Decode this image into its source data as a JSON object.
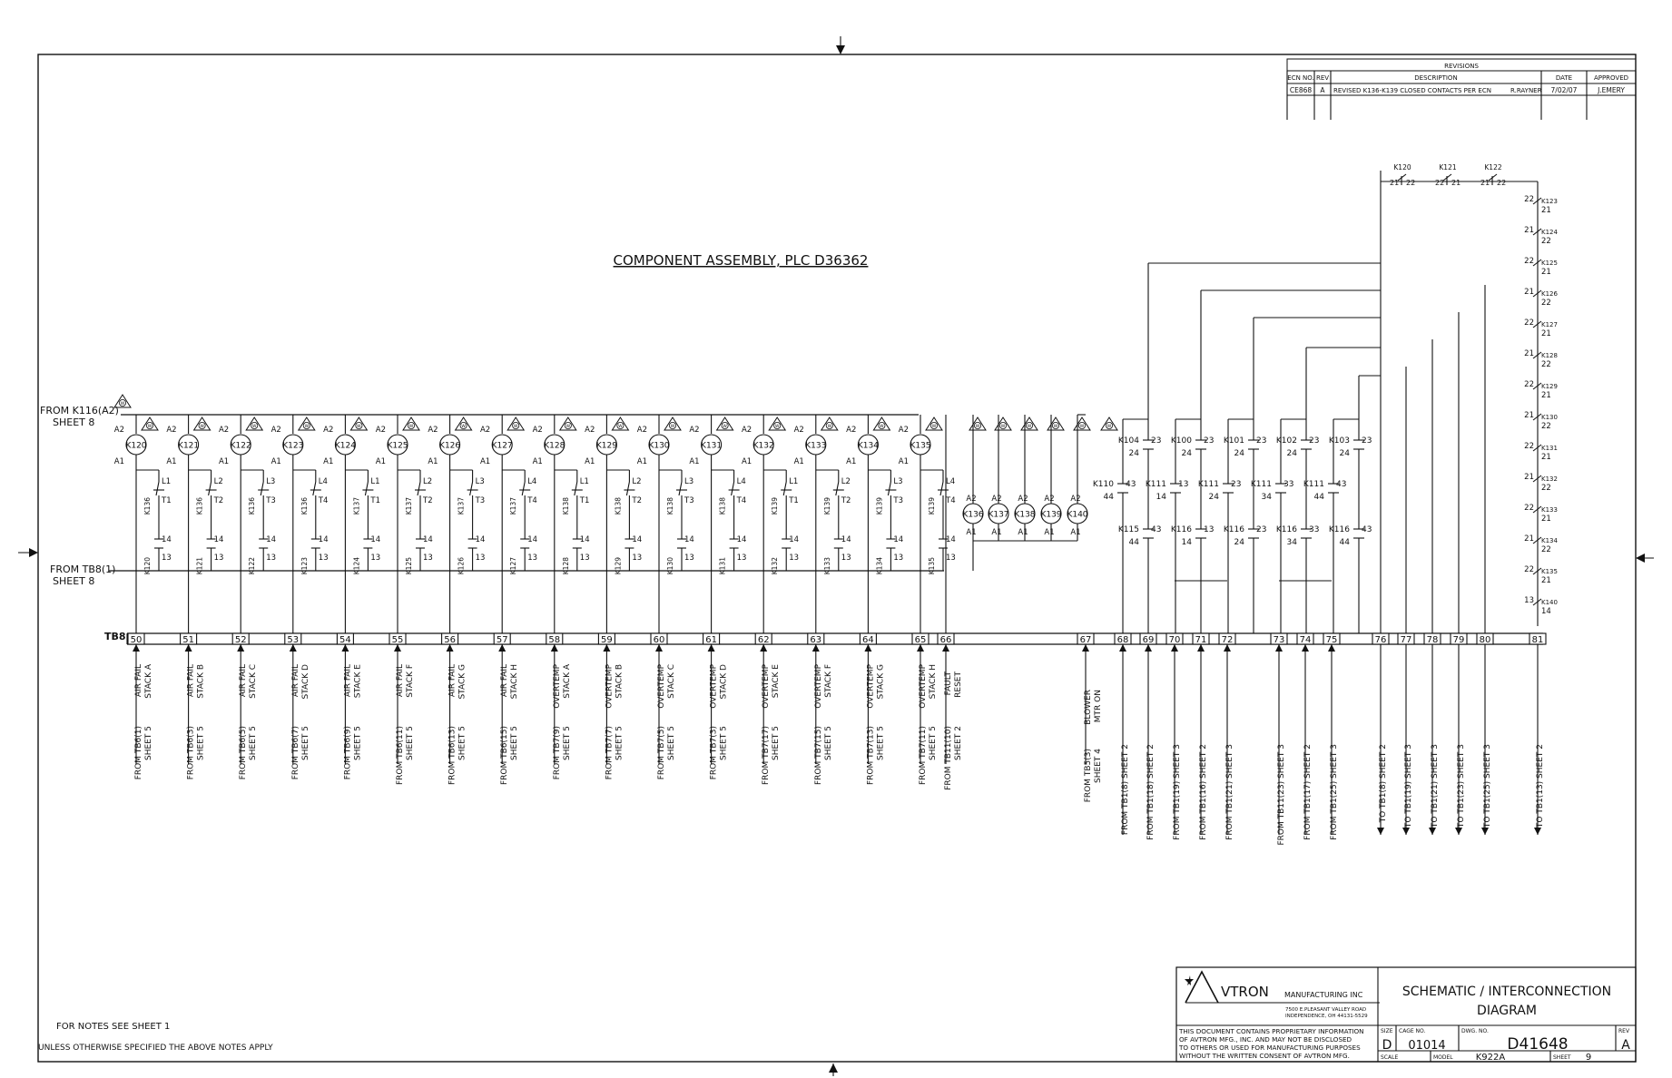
{
  "drawing_title": "COMPONENT ASSEMBLY, PLC D36362",
  "left_refs": {
    "top": [
      "FROM K116(A2)",
      "SHEET 8"
    ],
    "bottom": [
      "FROM TB8(1)",
      "SHEET 8"
    ]
  },
  "revisions": {
    "heading": "REVISIONS",
    "columns": [
      "ECN NO.",
      "REV",
      "DESCRIPTION",
      "DATE",
      "APPROVED"
    ],
    "rows": [
      [
        "CE868",
        "A",
        "REVISED K136-K139 CLOSED CONTACTS PER ECN",
        "R.RAYNER",
        "7/02/07",
        "J.EMERY"
      ]
    ]
  },
  "terminal_strip_label": "TB8",
  "relays": [
    {
      "coil": "K120",
      "nc": "K136",
      "nc_pin": [
        "L1",
        "T1"
      ],
      "no": "K120",
      "terminal": "50",
      "func": [
        "AIR FAIL",
        "STACK A"
      ],
      "src": [
        "FROM TB6(1)",
        "SHEET 5"
      ]
    },
    {
      "coil": "K121",
      "nc": "K136",
      "nc_pin": [
        "L2",
        "T2"
      ],
      "no": "K121",
      "terminal": "51",
      "func": [
        "AIR FAIL",
        "STACK B"
      ],
      "src": [
        "FROM TB6(3)",
        "SHEET 5"
      ]
    },
    {
      "coil": "K122",
      "nc": "K136",
      "nc_pin": [
        "L3",
        "T3"
      ],
      "no": "K122",
      "terminal": "52",
      "func": [
        "AIR FAIL",
        "STACK C"
      ],
      "src": [
        "FROM TB6(5)",
        "SHEET 5"
      ]
    },
    {
      "coil": "K123",
      "nc": "K136",
      "nc_pin": [
        "L4",
        "T4"
      ],
      "no": "K123",
      "terminal": "53",
      "func": [
        "AIR FAIL",
        "STACK D"
      ],
      "src": [
        "FROM TB6(7)",
        "SHEET 5"
      ]
    },
    {
      "coil": "K124",
      "nc": "K137",
      "nc_pin": [
        "L1",
        "T1"
      ],
      "no": "K124",
      "terminal": "54",
      "func": [
        "AIR FAIL",
        "STACK E"
      ],
      "src": [
        "FROM TB6(9)",
        "SHEET 5"
      ]
    },
    {
      "coil": "K125",
      "nc": "K137",
      "nc_pin": [
        "L2",
        "T2"
      ],
      "no": "K125",
      "terminal": "55",
      "func": [
        "AIR FAIL",
        "STACK F"
      ],
      "src": [
        "FROM TB6(11)",
        "SHEET 5"
      ]
    },
    {
      "coil": "K126",
      "nc": "K137",
      "nc_pin": [
        "L3",
        "T3"
      ],
      "no": "K126",
      "terminal": "56",
      "func": [
        "AIR FAIL",
        "STACK G"
      ],
      "src": [
        "FROM TB6(13)",
        "SHEET 5"
      ]
    },
    {
      "coil": "K127",
      "nc": "K137",
      "nc_pin": [
        "L4",
        "T4"
      ],
      "no": "K127",
      "terminal": "57",
      "func": [
        "AIR FAIL",
        "STACK H"
      ],
      "src": [
        "FROM TB6(15)",
        "SHEET 5"
      ]
    },
    {
      "coil": "K128",
      "nc": "K138",
      "nc_pin": [
        "L1",
        "T1"
      ],
      "no": "K128",
      "terminal": "58",
      "func": [
        "OVERTEMP",
        "STACK A"
      ],
      "src": [
        "FROM TB7(9)",
        "SHEET 5"
      ]
    },
    {
      "coil": "K129",
      "nc": "K138",
      "nc_pin": [
        "L2",
        "T2"
      ],
      "no": "K129",
      "terminal": "59",
      "func": [
        "OVERTEMP",
        "STACK B"
      ],
      "src": [
        "FROM TB7(7)",
        "SHEET 5"
      ]
    },
    {
      "coil": "K130",
      "nc": "K138",
      "nc_pin": [
        "L3",
        "T3"
      ],
      "no": "K130",
      "terminal": "60",
      "func": [
        "OVERTEMP",
        "STACK C"
      ],
      "src": [
        "FROM TB7(5)",
        "SHEET 5"
      ]
    },
    {
      "coil": "K131",
      "nc": "K138",
      "nc_pin": [
        "L4",
        "T4"
      ],
      "no": "K131",
      "terminal": "61",
      "func": [
        "OVERTEMP",
        "STACK D"
      ],
      "src": [
        "FROM TB7(3)",
        "SHEET 5"
      ]
    },
    {
      "coil": "K132",
      "nc": "K139",
      "nc_pin": [
        "L1",
        "T1"
      ],
      "no": "K132",
      "terminal": "62",
      "func": [
        "OVERTEMP",
        "STACK E"
      ],
      "src": [
        "FROM TB7(17)",
        "SHEET 5"
      ]
    },
    {
      "coil": "K133",
      "nc": "K139",
      "nc_pin": [
        "L2",
        "T2"
      ],
      "no": "K133",
      "terminal": "63",
      "func": [
        "OVERTEMP",
        "STACK F"
      ],
      "src": [
        "FROM TB7(15)",
        "SHEET 5"
      ]
    },
    {
      "coil": "K134",
      "nc": "K139",
      "nc_pin": [
        "L3",
        "T3"
      ],
      "no": "K134",
      "terminal": "64",
      "func": [
        "OVERTEMP",
        "STACK G"
      ],
      "src": [
        "FROM TB7(13)",
        "SHEET 5"
      ]
    },
    {
      "coil": "K135",
      "nc": "K139",
      "nc_pin": [
        "L4",
        "T4"
      ],
      "no": "K135",
      "terminal": "65",
      "func": [
        "OVERTEMP",
        "STACK H"
      ],
      "src": [
        "FROM TB7(11)",
        "SHEET 5"
      ]
    }
  ],
  "contact_pins": {
    "no": [
      "14",
      "13"
    ],
    "coil": [
      "A2",
      "A1"
    ],
    "warning_mark": "W"
  },
  "lower_coils": [
    "K136",
    "K137",
    "K138",
    "K139",
    "K140"
  ],
  "fault_reset": {
    "terminal": "66",
    "func": [
      "FAULT",
      "RESET"
    ],
    "src": [
      "FROM TB11(10)",
      "SHEET 2"
    ]
  },
  "blower": {
    "terminal": "67",
    "func": [
      "BLOWER",
      "MTR ON"
    ],
    "src": [
      "FROM TB5(3)",
      "SHEET 4"
    ]
  },
  "middle_contacts_top": [
    {
      "relay": "K104",
      "pin_a": "23",
      "pin_b": "24"
    },
    {
      "relay": "K100",
      "pin_a": "23",
      "pin_b": "24"
    },
    {
      "relay": "K101",
      "pin_a": "23",
      "pin_b": "24"
    },
    {
      "relay": "K102",
      "pin_a": "23",
      "pin_b": "24"
    },
    {
      "relay": "K103",
      "pin_a": "23",
      "pin_b": "24"
    }
  ],
  "middle_contacts_mid": [
    {
      "relay": "K110",
      "pin_a": "43",
      "pin_b": "44"
    },
    {
      "relay": "K111",
      "pin_a": "13",
      "pin_b": "14"
    },
    {
      "relay": "K111",
      "pin_a": "23",
      "pin_b": "24"
    },
    {
      "relay": "K111",
      "pin_a": "33",
      "pin_b": "34"
    },
    {
      "relay": "K111",
      "pin_a": "43",
      "pin_b": "44"
    }
  ],
  "middle_contacts_low": [
    {
      "relay": "K115",
      "pin_a": "43",
      "pin_b": "44"
    },
    {
      "relay": "K116",
      "pin_a": "13",
      "pin_b": "14"
    },
    {
      "relay": "K116",
      "pin_a": "23",
      "pin_b": "24"
    },
    {
      "relay": "K116",
      "pin_a": "33",
      "pin_b": "34"
    },
    {
      "relay": "K116",
      "pin_a": "43",
      "pin_b": "44"
    }
  ],
  "right_terminals": [
    {
      "terminal": "68",
      "ref": "FROM TB1(8) SHEET 2"
    },
    {
      "terminal": "69",
      "ref": "FROM TB1(18) SHEET 2"
    },
    {
      "terminal": "70",
      "ref": "FROM TB1(19) SHEET 3"
    },
    {
      "terminal": "71",
      "ref": "FROM TB1(16) SHEET 2"
    },
    {
      "terminal": "72",
      "ref": "FROM TB1(21) SHEET 3"
    },
    {
      "terminal": "73",
      "ref": "FROM TB11(23) SHEET 3"
    },
    {
      "terminal": "74",
      "ref": "FROM TB1(17) SHEET 2"
    },
    {
      "terminal": "75",
      "ref": "FROM TB1(25) SHEET 3"
    },
    {
      "terminal": "76",
      "ref": "TO TB1(8) SHEET 2"
    },
    {
      "terminal": "77",
      "ref": "TO TB1(19) SHEET 3"
    },
    {
      "terminal": "78",
      "ref": "TO TB1(21) SHEET 3"
    },
    {
      "terminal": "79",
      "ref": "TO TB1(23) SHEET 3"
    },
    {
      "terminal": "80",
      "ref": "TO TB1(25) SHEET 3"
    },
    {
      "terminal": "81",
      "ref": "TO TB1(13) SHEET 2"
    }
  ],
  "top_series_contacts": [
    {
      "relay": "K120",
      "pins": [
        "21",
        "22"
      ]
    },
    {
      "relay": "K121",
      "pins": [
        "22",
        "21"
      ]
    },
    {
      "relay": "K122",
      "pins": [
        "21",
        "22"
      ]
    }
  ],
  "series_contacts": [
    {
      "relay": "K123",
      "top": "22",
      "bottom": "21"
    },
    {
      "relay": "K124",
      "top": "21",
      "bottom": "22"
    },
    {
      "relay": "K125",
      "top": "22",
      "bottom": "21"
    },
    {
      "relay": "K126",
      "top": "21",
      "bottom": "22"
    },
    {
      "relay": "K127",
      "top": "22",
      "bottom": "21"
    },
    {
      "relay": "K128",
      "top": "21",
      "bottom": "22"
    },
    {
      "relay": "K129",
      "top": "22",
      "bottom": "21"
    },
    {
      "relay": "K130",
      "top": "21",
      "bottom": "22"
    },
    {
      "relay": "K131",
      "top": "22",
      "bottom": "21"
    },
    {
      "relay": "K132",
      "top": "21",
      "bottom": "22"
    },
    {
      "relay": "K133",
      "top": "22",
      "bottom": "21"
    },
    {
      "relay": "K134",
      "top": "21",
      "bottom": "22"
    },
    {
      "relay": "K135",
      "top": "22",
      "bottom": "21"
    },
    {
      "relay": "K140",
      "top": "13",
      "bottom": "14"
    }
  ],
  "notes": {
    "line1": "FOR NOTES SEE SHEET 1",
    "line2": "UNLESS OTHERWISE SPECIFIED THE ABOVE NOTES APPLY"
  },
  "title_block": {
    "company": "VTRON",
    "company_suffix": "MANUFACTURING INC",
    "address1": "7500 E.PLEASANT VALLEY ROAD",
    "address2": "INDEPENDENCE, OH 44131-5529",
    "title1": "SCHEMATIC  /  INTERCONNECTION",
    "title2": "DIAGRAM",
    "proprietary": [
      "THIS DOCUMENT CONTAINS PROPRIETARY INFORMATION",
      "OF AVTRON MFG., INC. AND MAY NOT BE DISCLOSED",
      "TO OTHERS OR USED FOR MANUFACTURING PURPOSES",
      "WITHOUT THE WRITTEN CONSENT OF AVTRON MFG."
    ],
    "size_label": "SIZE",
    "size": "D",
    "cage_label": "CAGE NO.",
    "cage": "01014",
    "dwg_label": "DWG. NO.",
    "dwg": "D41648",
    "rev_label": "REV",
    "rev": "A",
    "scale_label": "SCALE",
    "model_label": "MODEL",
    "model": "K922A",
    "sheet_label": "SHEET",
    "sheet": "9"
  }
}
